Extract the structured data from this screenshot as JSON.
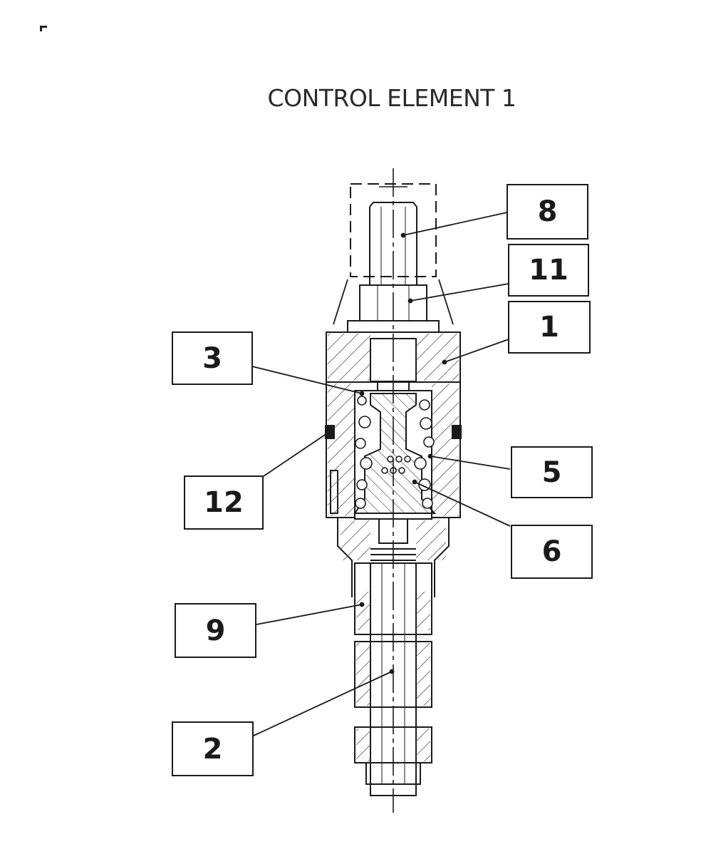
{
  "title": "CONTROL ELEMENT 1",
  "callouts": [
    {
      "id": "c8",
      "label": "8"
    },
    {
      "id": "c11",
      "label": "11"
    },
    {
      "id": "c1",
      "label": "1"
    },
    {
      "id": "c3",
      "label": "3"
    },
    {
      "id": "c5",
      "label": "5"
    },
    {
      "id": "c12",
      "label": "12"
    },
    {
      "id": "c6",
      "label": "6"
    },
    {
      "id": "c9",
      "label": "9"
    },
    {
      "id": "c2",
      "label": "2"
    }
  ],
  "colors": {
    "line": "#1a1a1a",
    "hatch": "#555555",
    "background": "#ffffff"
  }
}
